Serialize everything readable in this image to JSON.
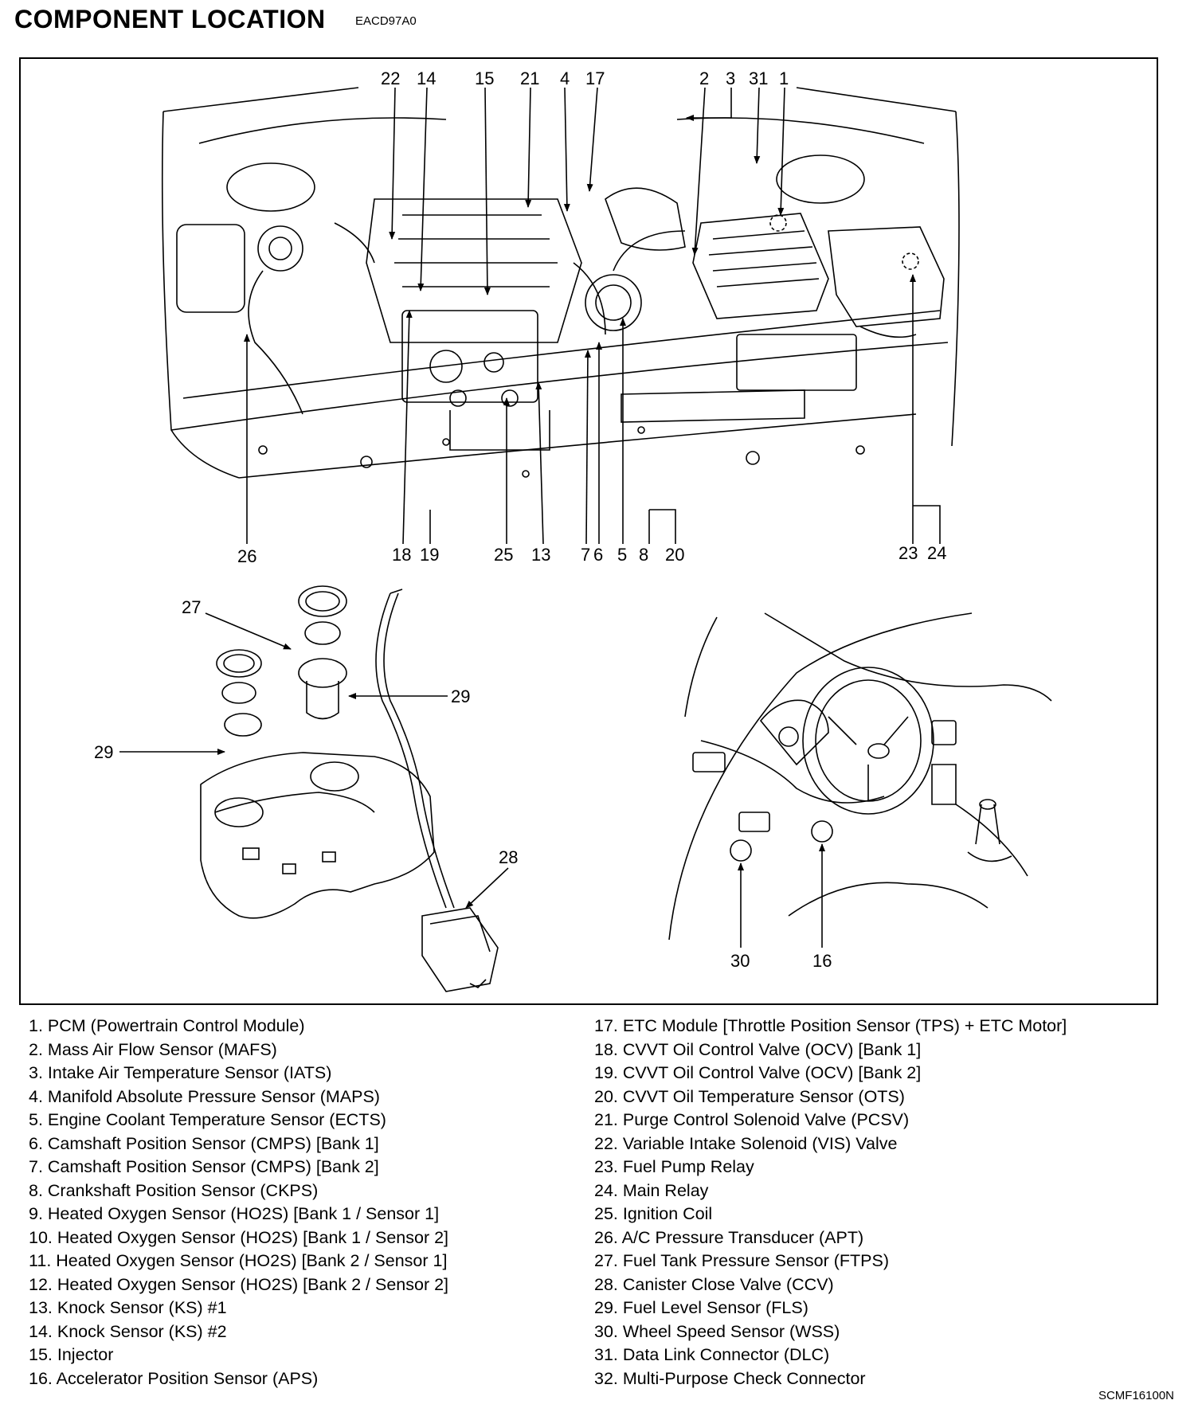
{
  "header": {
    "title": "COMPONENT LOCATION",
    "code": "EACD97A0"
  },
  "footer": {
    "code": "SCMF16100N"
  },
  "callouts": {
    "c22": "22",
    "c14": "14",
    "c15": "15",
    "c21": "21",
    "c4": "4",
    "c17": "17",
    "c2": "2",
    "c3": "3",
    "c31": "31",
    "c1": "1",
    "c26": "26",
    "c18": "18",
    "c19": "19",
    "c25": "25",
    "c13": "13",
    "c7": "7",
    "c6": "6",
    "c5": "5",
    "c8": "8",
    "c20": "20",
    "c23": "23",
    "c24": "24",
    "c27": "27",
    "c29a": "29",
    "c29b": "29",
    "c28": "28",
    "c30": "30",
    "c16": "16"
  },
  "legend_left": [
    "1. PCM (Powertrain Control Module)",
    "2. Mass Air Flow Sensor (MAFS)",
    "3. Intake Air Temperature Sensor (IATS)",
    "4. Manifold Absolute Pressure Sensor (MAPS)",
    "5. Engine Coolant Temperature Sensor (ECTS)",
    "6. Camshaft Position Sensor (CMPS) [Bank 1]",
    "7. Camshaft Position Sensor (CMPS) [Bank 2]",
    "8. Crankshaft Position Sensor (CKPS)",
    "9. Heated Oxygen Sensor (HO2S) [Bank 1 / Sensor 1]",
    "10. Heated Oxygen Sensor (HO2S) [Bank 1 / Sensor 2]",
    "11. Heated Oxygen Sensor (HO2S) [Bank 2 / Sensor 1]",
    "12. Heated Oxygen Sensor (HO2S) [Bank 2 / Sensor 2]",
    "13. Knock Sensor (KS) #1",
    "14. Knock Sensor (KS) #2",
    "15. Injector",
    "16. Accelerator Position Sensor (APS)"
  ],
  "legend_right": [
    "17. ETC Module [Throttle Position Sensor (TPS) + ETC Motor]",
    "18. CVVT Oil Control Valve (OCV) [Bank 1]",
    "19. CVVT Oil Control Valve (OCV) [Bank 2]",
    "20. CVVT Oil Temperature Sensor (OTS)",
    "21. Purge Control Solenoid Valve (PCSV)",
    "22. Variable Intake Solenoid (VIS) Valve",
    "23. Fuel Pump Relay",
    "24. Main Relay",
    "25. Ignition Coil",
    "26. A/C Pressure Transducer (APT)",
    "27. Fuel Tank Pressure Sensor (FTPS)",
    "28. Canister Close Valve (CCV)",
    "29. Fuel Level Sensor (FLS)",
    "30. Wheel Speed Sensor (WSS)",
    "31. Data Link Connector (DLC)",
    "32. Multi-Purpose Check Connector"
  ]
}
